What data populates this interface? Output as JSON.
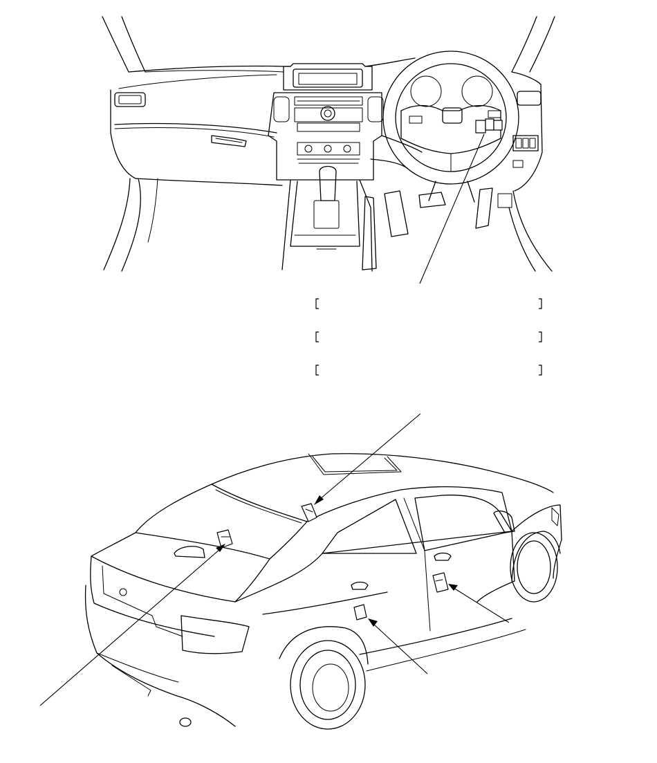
{
  "diagram": {
    "type": "component-location-line-drawing",
    "views": [
      "interior-dashboard",
      "exterior-rear-three-quarter"
    ],
    "label_brackets_rows": 3,
    "callouts": {
      "interior": 1,
      "exterior": 4
    },
    "line_color": "#000000",
    "background": "#ffffff"
  }
}
